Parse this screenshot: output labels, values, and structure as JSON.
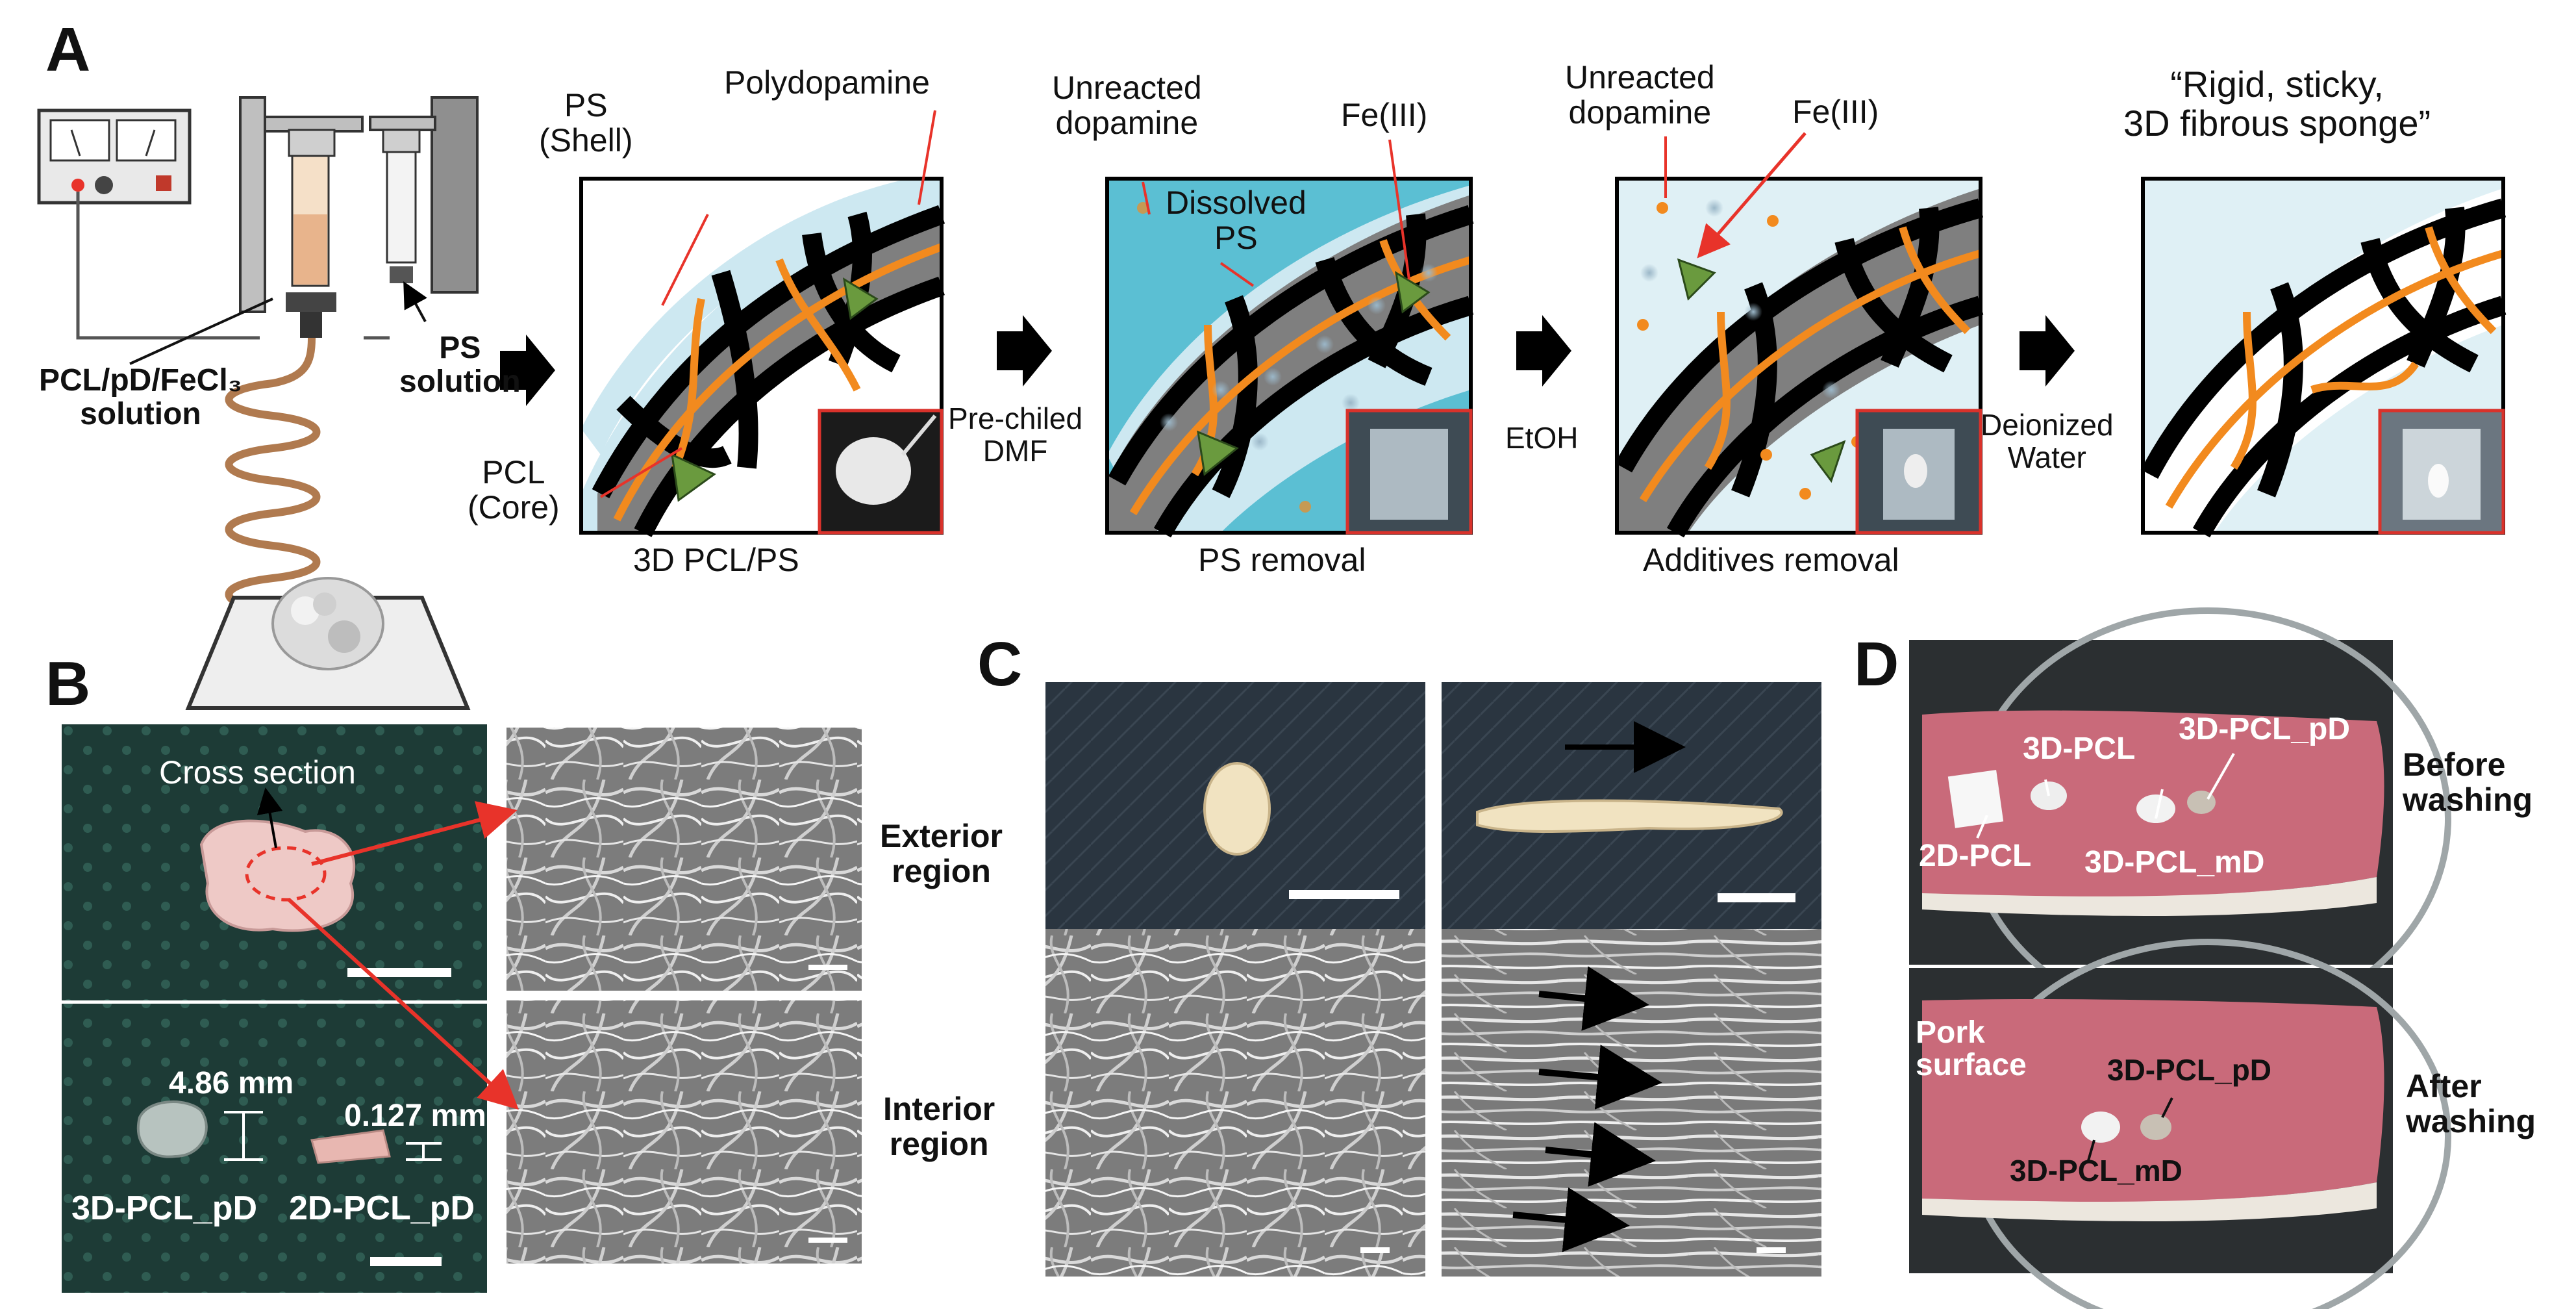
{
  "figure": {
    "panel_a": {
      "letter": "A",
      "apparatus": {
        "pcl_solution": "PCL/pD/FeCl₃\nsolution",
        "ps_solution": "PS\nsolution"
      },
      "stages": [
        {
          "caption": "3D PCL/PS"
        },
        {
          "caption": "PS removal"
        },
        {
          "caption": "Additives removal"
        },
        {
          "caption": ""
        }
      ],
      "callouts": {
        "ps_shell": "PS\n(Shell)",
        "polydopamine": "Polydopamine",
        "pcl_core": "PCL\n(Core)",
        "unreacted_dopamine_1": "Unreacted\ndopamine",
        "dissolved_ps": "Dissolved\nPS",
        "fe3_1": "Fe(III)",
        "unreacted_dopamine_2": "Unreacted\ndopamine",
        "fe3_2": "Fe(III)",
        "final_quote": "“Rigid, sticky,\n3D fibrous sponge”"
      },
      "steps": {
        "step1": "Pre-chiled\nDMF",
        "step2": "EtOH",
        "step3": "Deionized\nWater"
      }
    },
    "panel_b": {
      "letter": "B",
      "cross_section": "Cross section",
      "thickness_3d": "4.86 mm",
      "thickness_2d": "0.127 mm",
      "sample_3d": "3D-PCL_pD",
      "sample_2d": "2D-PCL_pD",
      "exterior": "Exterior\nregion",
      "interior": "Interior\nregion"
    },
    "panel_c": {
      "letter": "C"
    },
    "panel_d": {
      "letter": "D",
      "before_washing": "Before\nwashing",
      "after_washing": "After\nwashing",
      "before_labels": {
        "pcl3d": "3D-PCL",
        "pcl_pd": "3D-PCL_pD",
        "pcl2d": "2D-PCL",
        "pcl_md": "3D-PCL_mD"
      },
      "after_labels": {
        "pork": "Pork\nsurface",
        "pcl_pd": "3D-PCL_pD",
        "pcl_md": "3D-PCL_mD"
      }
    },
    "colors": {
      "shell": "#cde8f1",
      "fiber_black": "#000000",
      "polydopamine_orange": "#f28a1e",
      "green_fe": "#6a9a3e",
      "dissolved_bg": "#5bbfd3",
      "callout_red": "#e8332a",
      "sem_gray": "#8a8a8a",
      "pork": "#c96a7a"
    }
  }
}
